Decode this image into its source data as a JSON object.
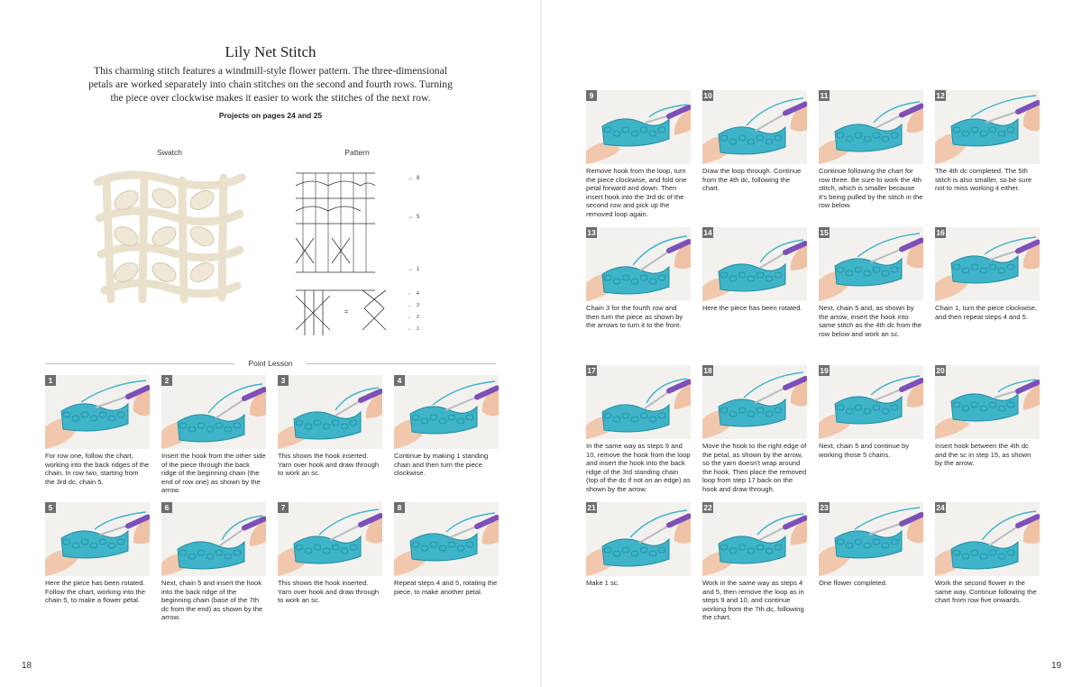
{
  "page": {
    "title": "Lily Net Stitch",
    "intro": "This charming stitch features a windmill-style flower pattern. The three-dimensional petals are worked separately into chain stitches on the second and fourth rows. Turning the piece over clockwise makes it easier to work the stitches of the next row.",
    "projects": "Projects on pages 24 and 25",
    "swatch_label": "Swatch",
    "pattern_label": "Pattern",
    "point_lesson": "Point Lesson",
    "page_left": "18",
    "page_right": "19"
  },
  "pattern_marks": [
    "8",
    "5",
    "1"
  ],
  "pattern_small_marks": [
    "4",
    "3",
    "2",
    "1"
  ],
  "pattern_equals": "=",
  "colors": {
    "yarn": "#3fb3c8",
    "yarn_dark": "#1f8ea3",
    "hook": "#7d4fb8",
    "badge": "#6e6e6e"
  },
  "steps": [
    {
      "n": "1",
      "caption": "For row one, follow the chart, working into the back ridges of the chain. In row two, starting from the 3rd dc, chain 5."
    },
    {
      "n": "2",
      "caption": "Insert the hook from the other side of the piece through the back ridge of the beginning chain (the end of row one) as shown by the arrow."
    },
    {
      "n": "3",
      "caption": "This shows the hook inserted. Yarn over hook and draw through to work an sc."
    },
    {
      "n": "4",
      "caption": "Continue by making 1 standing chain and then turn the piece clockwise."
    },
    {
      "n": "5",
      "caption": "Here the piece has been rotated. Follow the chart, working into the chain 5, to make a flower petal."
    },
    {
      "n": "6",
      "caption": "Next, chain 5 and insert the hook into the back ridge of the beginning chain (base of the 7th dc from the end) as shown by the arrow."
    },
    {
      "n": "7",
      "caption": "This shows the hook inserted. Yarn over hook and draw through to work an sc."
    },
    {
      "n": "8",
      "caption": "Repeat steps 4 and 5, rotating the piece, to make another petal."
    },
    {
      "n": "9",
      "caption": "Remove hook from the loop, turn the piece clockwise, and fold one petal forward and down. Then insert hook into the 3rd dc of the second row and pick up the removed loop again."
    },
    {
      "n": "10",
      "caption": "Draw the loop through. Continue from the 4th dc, following the chart."
    },
    {
      "n": "11",
      "caption": "Continue following the chart for row three. Be sure to work the 4th stitch, which is smaller because it's being pulled by the stitch in the row below."
    },
    {
      "n": "12",
      "caption": "The 4th dc completed. The 5th stitch is also smaller, so be sure not to miss working it either."
    },
    {
      "n": "13",
      "caption": "Chain 3 for the fourth row and then turn the piece as shown by the arrows to turn it to the front."
    },
    {
      "n": "14",
      "caption": "Here the piece has been rotated."
    },
    {
      "n": "15",
      "caption": "Next, chain 5 and, as shown by the arrow, insert the hook into same stitch as the 4th dc from the row below and work an sc."
    },
    {
      "n": "16",
      "caption": "Chain 1, turn the piece clockwise, and then repeat steps 4 and 5."
    },
    {
      "n": "17",
      "caption": "In the same way as steps 9 and 10, remove the hook from the loop and insert the hook into the back ridge of the 3rd standing chain (top of the dc if not on an edge) as shown by the arrow."
    },
    {
      "n": "18",
      "caption": "Move the hook to the right edge of the petal, as shown by the arrow, so the yarn doesn't wrap around the hook. Then place the removed loop from step 17 back on the hook and draw through."
    },
    {
      "n": "19",
      "caption": "Next, chain 5 and continue by working those 5 chains."
    },
    {
      "n": "20",
      "caption": "Insert hook between the 4th dc and the sc in step 15, as shown by the arrow."
    },
    {
      "n": "21",
      "caption": "Make 1 sc."
    },
    {
      "n": "22",
      "caption": "Work in the same way as steps 4 and 5, then remove the loop as in steps 9 and 10, and continue working from the 7th dc, following the chart."
    },
    {
      "n": "23",
      "caption": "One flower completed."
    },
    {
      "n": "24",
      "caption": "Work the second flower in the same way. Continue following the chart from row five onwards."
    }
  ]
}
